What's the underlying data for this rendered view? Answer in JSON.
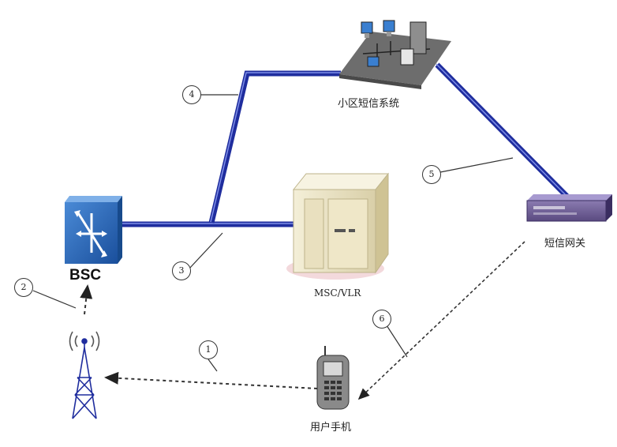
{
  "nodes": {
    "bsc": "BSC",
    "msc_vlr": "MSC/VLR",
    "sms_system": "小区短信系统",
    "sms_gateway": "短信网关",
    "user_phone": "用户手机"
  },
  "steps": [
    "1",
    "2",
    "3",
    "4",
    "5",
    "6"
  ],
  "colors": {
    "link": "#1f2d9e",
    "link_highlight": "#7f8fe8",
    "dashed": "#333333",
    "bsc_box": "#1f5fb0"
  }
}
